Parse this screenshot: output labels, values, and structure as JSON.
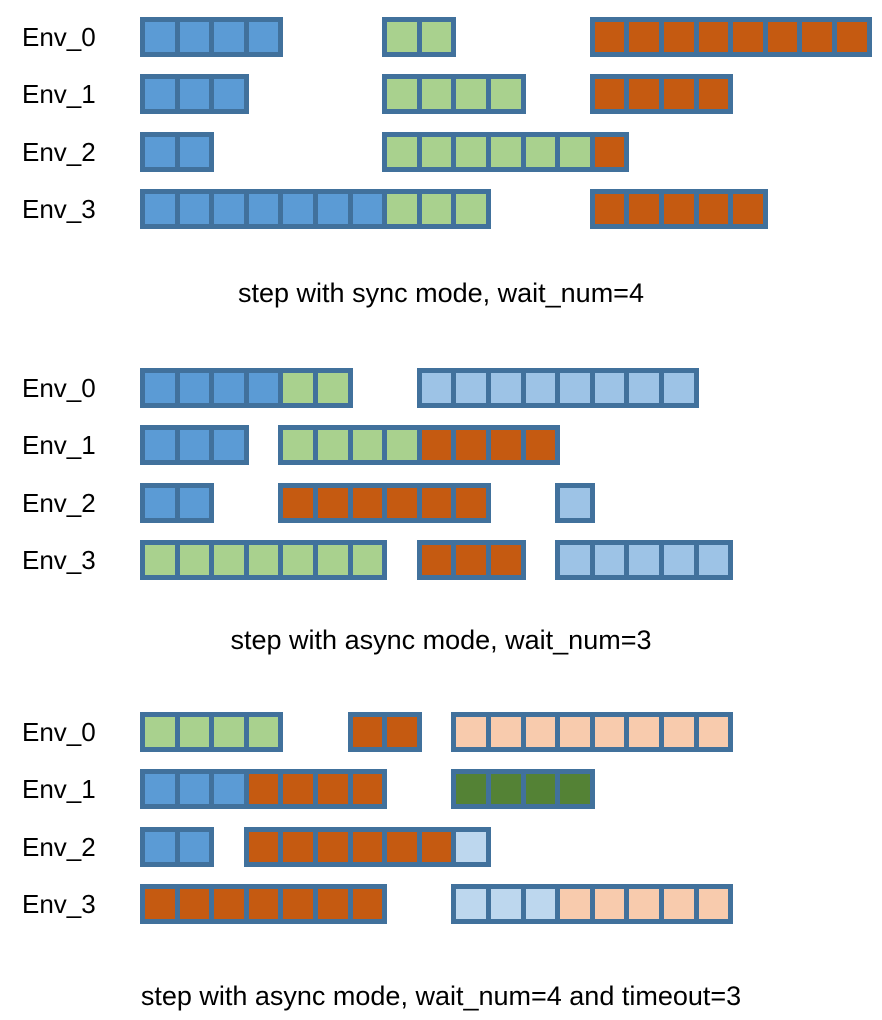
{
  "colors": {
    "border": "#41719c",
    "blue": "#5b9bd5",
    "green": "#a9d18e",
    "orange": "#c55a11",
    "lightblue": "#9dc3e6",
    "paleblue": "#bdd7ee",
    "peach": "#f8cbad",
    "darkgreen": "#548235",
    "text": "#000000"
  },
  "panels": [
    {
      "caption": "step with sync mode, wait_num=4",
      "rows": [
        {
          "label": "Env_0",
          "bars": [
            {
              "start": 0,
              "segments": [
                {
                  "color": "blue",
                  "cells": 4
                }
              ]
            },
            {
              "start": 7,
              "segments": [
                {
                  "color": "green",
                  "cells": 2
                }
              ]
            },
            {
              "start": 13,
              "segments": [
                {
                  "color": "orange",
                  "cells": 8
                }
              ]
            }
          ]
        },
        {
          "label": "Env_1",
          "bars": [
            {
              "start": 0,
              "segments": [
                {
                  "color": "blue",
                  "cells": 3
                }
              ]
            },
            {
              "start": 7,
              "segments": [
                {
                  "color": "green",
                  "cells": 4
                }
              ]
            },
            {
              "start": 13,
              "segments": [
                {
                  "color": "orange",
                  "cells": 4
                }
              ]
            }
          ]
        },
        {
          "label": "Env_2",
          "bars": [
            {
              "start": 0,
              "segments": [
                {
                  "color": "blue",
                  "cells": 2
                }
              ]
            },
            {
              "start": 7,
              "segments": [
                {
                  "color": "green",
                  "cells": 6
                },
                {
                  "color": "orange",
                  "cells": 1
                }
              ]
            }
          ]
        },
        {
          "label": "Env_3",
          "bars": [
            {
              "start": 0,
              "segments": [
                {
                  "color": "blue",
                  "cells": 7
                },
                {
                  "color": "green",
                  "cells": 3
                }
              ]
            },
            {
              "start": 13,
              "segments": [
                {
                  "color": "orange",
                  "cells": 5
                }
              ]
            }
          ]
        }
      ]
    },
    {
      "caption": "step with async mode, wait_num=3",
      "rows": [
        {
          "label": "Env_0",
          "bars": [
            {
              "start": 0,
              "segments": [
                {
                  "color": "blue",
                  "cells": 4
                },
                {
                  "color": "green",
                  "cells": 2
                }
              ]
            },
            {
              "start": 8,
              "segments": [
                {
                  "color": "lightblue",
                  "cells": 8
                }
              ]
            }
          ]
        },
        {
          "label": "Env_1",
          "bars": [
            {
              "start": 0,
              "segments": [
                {
                  "color": "blue",
                  "cells": 3
                }
              ]
            },
            {
              "start": 4,
              "segments": [
                {
                  "color": "green",
                  "cells": 4
                },
                {
                  "color": "orange",
                  "cells": 4
                }
              ]
            }
          ]
        },
        {
          "label": "Env_2",
          "bars": [
            {
              "start": 0,
              "segments": [
                {
                  "color": "blue",
                  "cells": 2
                }
              ]
            },
            {
              "start": 4,
              "segments": [
                {
                  "color": "orange",
                  "cells": 6
                }
              ]
            },
            {
              "start": 12,
              "segments": [
                {
                  "color": "lightblue",
                  "cells": 1
                }
              ]
            }
          ]
        },
        {
          "label": "Env_3",
          "bars": [
            {
              "start": 0,
              "segments": [
                {
                  "color": "green",
                  "cells": 7
                }
              ]
            },
            {
              "start": 8,
              "segments": [
                {
                  "color": "orange",
                  "cells": 3
                }
              ]
            },
            {
              "start": 12,
              "segments": [
                {
                  "color": "lightblue",
                  "cells": 5
                }
              ]
            }
          ]
        }
      ]
    },
    {
      "caption": "step with async mode, wait_num=4 and timeout=3",
      "rows": [
        {
          "label": "Env_0",
          "bars": [
            {
              "start": 0,
              "segments": [
                {
                  "color": "green",
                  "cells": 4
                }
              ]
            },
            {
              "start": 6,
              "segments": [
                {
                  "color": "orange",
                  "cells": 2
                }
              ]
            },
            {
              "start": 9,
              "segments": [
                {
                  "color": "peach",
                  "cells": 8
                }
              ]
            }
          ]
        },
        {
          "label": "Env_1",
          "bars": [
            {
              "start": 0,
              "segments": [
                {
                  "color": "blue",
                  "cells": 3
                },
                {
                  "color": "orange",
                  "cells": 4
                }
              ]
            },
            {
              "start": 9,
              "segments": [
                {
                  "color": "darkgreen",
                  "cells": 4
                }
              ]
            }
          ]
        },
        {
          "label": "Env_2",
          "bars": [
            {
              "start": 0,
              "segments": [
                {
                  "color": "blue",
                  "cells": 2
                }
              ]
            },
            {
              "start": 3,
              "segments": [
                {
                  "color": "orange",
                  "cells": 6
                },
                {
                  "color": "paleblue",
                  "cells": 1
                }
              ]
            }
          ]
        },
        {
          "label": "Env_3",
          "bars": [
            {
              "start": 0,
              "segments": [
                {
                  "color": "orange",
                  "cells": 7
                }
              ]
            },
            {
              "start": 9,
              "segments": [
                {
                  "color": "paleblue",
                  "cells": 3
                },
                {
                  "color": "peach",
                  "cells": 5
                }
              ]
            }
          ]
        }
      ]
    }
  ]
}
